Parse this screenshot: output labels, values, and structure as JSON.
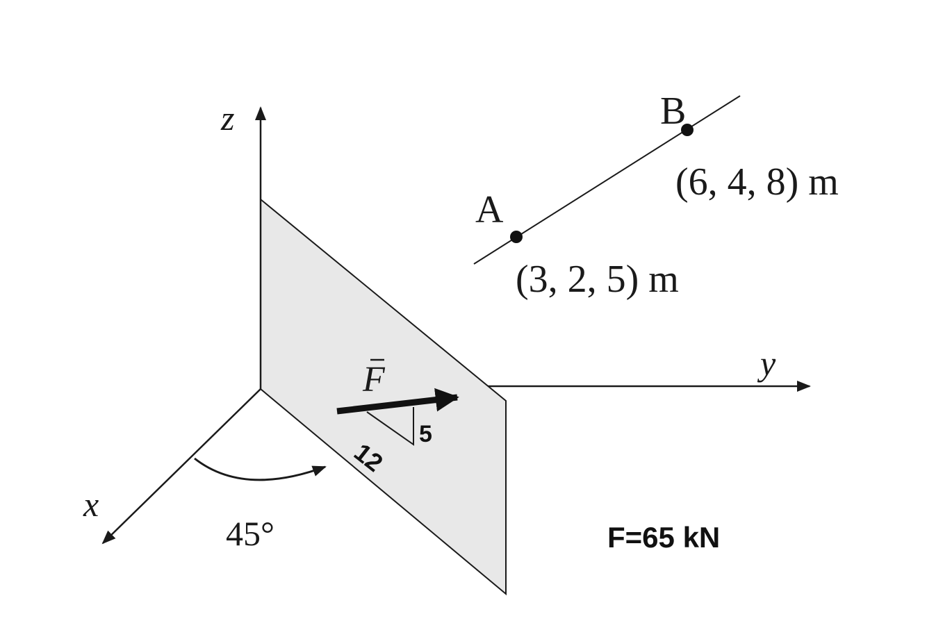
{
  "axes": {
    "x_label": "x",
    "y_label": "y",
    "z_label": "z"
  },
  "angle_label": "45°",
  "force": {
    "symbol": "F",
    "slope_run": "12",
    "slope_rise": "5",
    "magnitude_label": "F=65 kN"
  },
  "points": [
    {
      "label": "A",
      "coords": "(3, 2, 5) m"
    },
    {
      "label": "B",
      "coords": "(6, 4, 8) m"
    }
  ],
  "colors": {
    "plate_fill": "#e8e8e8",
    "line": "#1a1a1a",
    "background": "#ffffff"
  }
}
